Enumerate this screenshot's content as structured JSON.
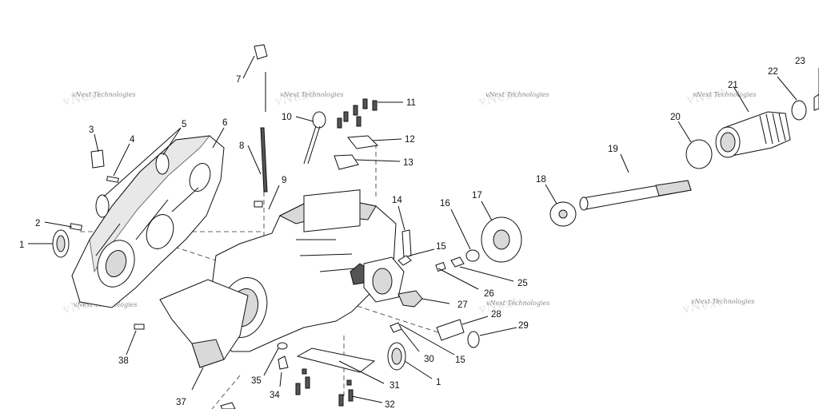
{
  "watermark": "vNext Technologies",
  "callouts": {
    "c1a": "1",
    "c1b": "1",
    "c2": "2",
    "c3": "3",
    "c4": "4",
    "c5": "5",
    "c6": "6",
    "c7": "7",
    "c8": "8",
    "c9": "9",
    "c10": "10",
    "c11": "11",
    "c12": "12",
    "c13": "13",
    "c14": "14",
    "c15a": "15",
    "c15b": "15",
    "c16": "16",
    "c17": "17",
    "c18": "18",
    "c19": "19",
    "c20": "20",
    "c21": "21",
    "c22": "22",
    "c23": "23",
    "c25": "25",
    "c26": "26",
    "c27": "27",
    "c28": "28",
    "c29": "29",
    "c30": "30",
    "c31": "31",
    "c32": "32",
    "c34": "34",
    "c35": "35",
    "c37": "37",
    "c38": "38"
  }
}
